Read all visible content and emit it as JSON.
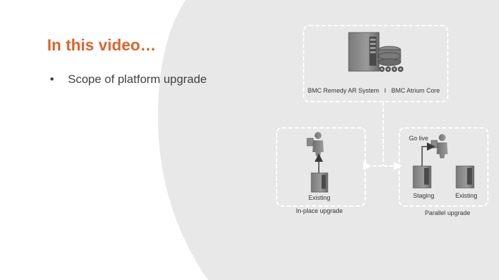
{
  "slide": {
    "title": "In this video…",
    "bullets": [
      {
        "marker": "•",
        "text": "Scope of platform upgrade"
      }
    ]
  },
  "diagram": {
    "top_box": {
      "label_left": "BMC Remedy AR System",
      "separator": "I",
      "label_right": "BMC Atrium Core"
    },
    "left_box": {
      "server_label": "Existing",
      "caption": "In-place upgrade"
    },
    "right_box": {
      "go_live_label": "Go live",
      "staging_label": "Staging",
      "existing_label": "Existing",
      "caption": "Parallel upgrade"
    }
  },
  "colors": {
    "title": "#e2622b",
    "body_text": "#404040",
    "background_shape": "#e8e8e8",
    "box_border": "#ffffff"
  }
}
